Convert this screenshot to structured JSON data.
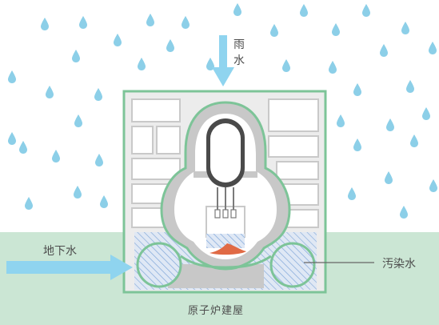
{
  "labels": {
    "rain": "雨水",
    "groundwater": "地下水",
    "contaminated_water": "汚染水",
    "reactor_building": "原子炉建屋"
  },
  "icons": {
    "raindrop": "raindrop-icon",
    "arrow": "arrow-icon"
  },
  "colors": {
    "raindrop": "#8ccfe8",
    "arrow": "#8fd4ef",
    "ground": "#cbe6d4",
    "building_outline": "#7dc498",
    "building_fill": "#e6e6e6",
    "interior_gray": "#c8c8c8",
    "debris": "#e06a45",
    "water_hatch": "#7fa6d9",
    "label_text": "#4d4d4d"
  }
}
